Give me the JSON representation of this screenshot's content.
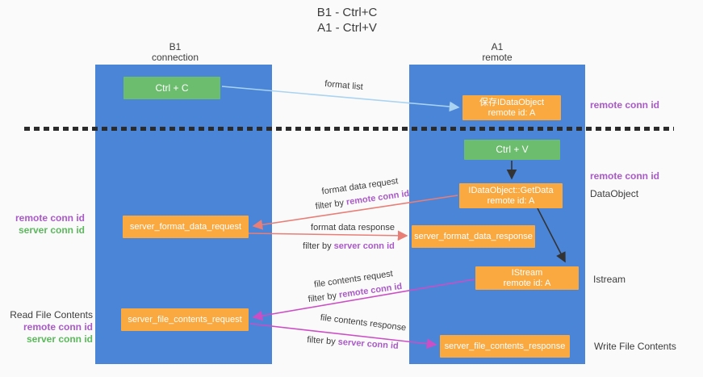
{
  "title": {
    "line1": "B1 - Ctrl+C",
    "line2": "A1 - Ctrl+V"
  },
  "lanes": {
    "left": {
      "name": "B1",
      "role": "connection"
    },
    "right": {
      "name": "A1",
      "role": "remote"
    }
  },
  "nodes": {
    "ctrl_c": "Ctrl + C",
    "ctrl_v": "Ctrl + V",
    "save_idataobject": {
      "line1": "保存IDataObject",
      "line2": "remote id: A"
    },
    "getdata": {
      "line1": "IDataObject::GetData",
      "line2": "remote id: A"
    },
    "istream": {
      "line1": "IStream",
      "line2": "remote id: A"
    },
    "server_format_data_request": "server_format_data_request",
    "server_format_data_response": "server_format_data_response",
    "server_file_contents_request": "server_file_contents_request",
    "server_file_contents_response": "server_file_contents_response"
  },
  "edge_labels": {
    "format_list": "format list",
    "format_data_request": "format data request",
    "format_data_response": "format data response",
    "file_contents_request": "file contents request",
    "file_contents_response": "file contents response",
    "filter_by": "filter by",
    "remote_conn_id": "remote conn id",
    "server_conn_id": "server conn id"
  },
  "side_labels": {
    "remote_conn_id": "remote conn id",
    "server_conn_id": "server conn id",
    "dataobject": "DataObject",
    "istream": "Istream",
    "read_file_contents": "Read File Contents",
    "write_file_contents": "Write File Contents"
  },
  "colors": {
    "lane_blue": "#4a85d8",
    "node_green": "#6dbd6e",
    "node_orange": "#f9a940",
    "arrow_lightblue": "#a9d3f0",
    "arrow_black": "#333333",
    "arrow_salmon": "#e87e76",
    "arrow_magenta": "#cc4ec4",
    "label_purple": "#a95ac6",
    "label_green": "#5cb85c",
    "background": "#fafafa"
  }
}
